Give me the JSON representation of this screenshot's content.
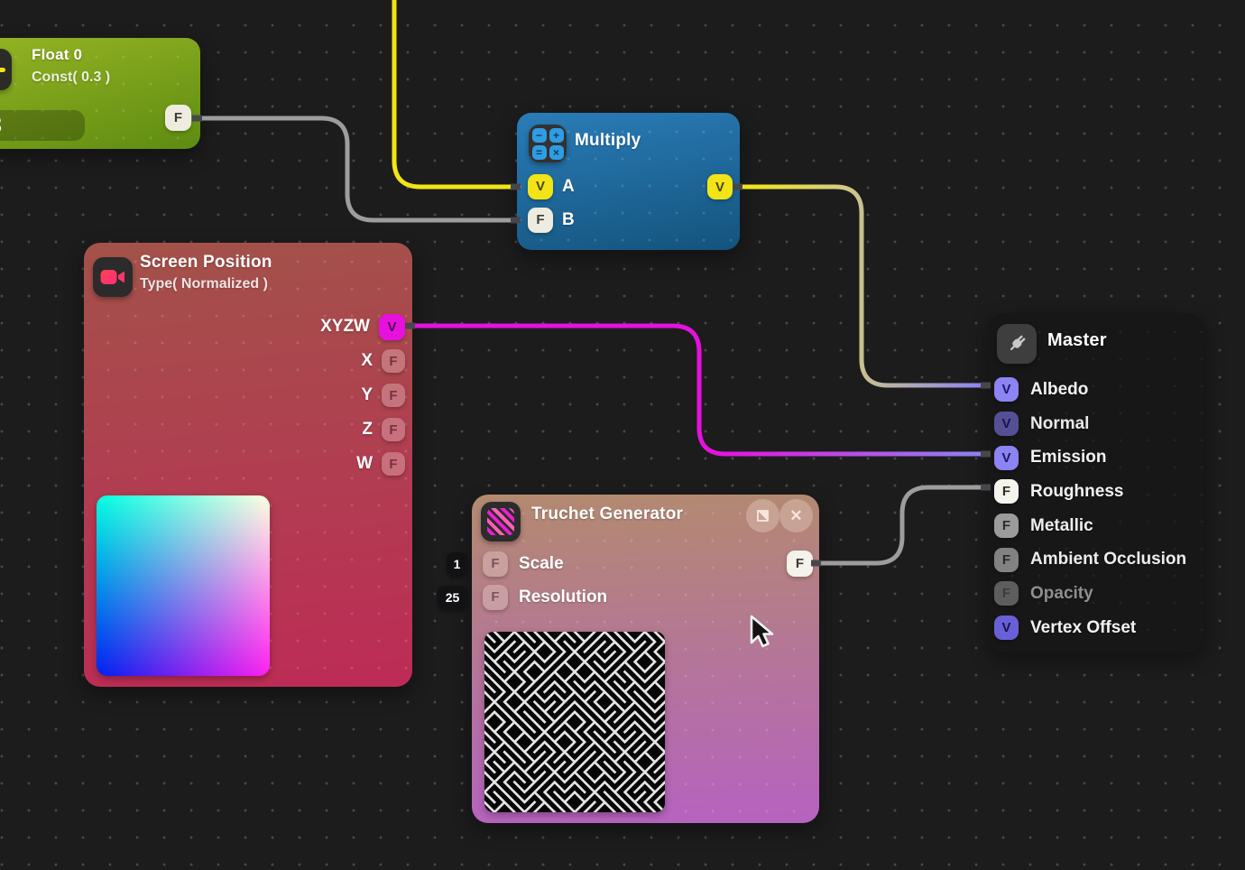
{
  "canvas": {
    "background": "#1c1c1d",
    "grid": "dot",
    "dot_color": "#47474a"
  },
  "accents": {
    "vector_yellow": "#f2e416",
    "float_cream": "#eeecdf",
    "vector_magenta": "#e611dd",
    "vector_periwinkle": "#8c84f2",
    "wire_gray": "#9d9d9d"
  },
  "nodes": {
    "float0": {
      "title": "Float 0",
      "subtitle": "Const( 0.3 )",
      "value": "0.3",
      "icon": "float-constant-icon",
      "output": {
        "type": "F"
      }
    },
    "multiply": {
      "title": "Multiply",
      "icon": "calculator-icon",
      "icon_glyphs": [
        "−",
        "+",
        "=",
        "×"
      ],
      "inputs": [
        {
          "label": "A",
          "type": "V",
          "style": "yellow"
        },
        {
          "label": "B",
          "type": "F",
          "style": "cream"
        }
      ],
      "output": {
        "type": "V",
        "style": "yellow"
      }
    },
    "screen_position": {
      "title": "Screen Position",
      "subtitle": "Type( Normalized )",
      "icon": "video-camera-icon",
      "outputs": [
        {
          "label": "XYZW",
          "type": "V",
          "style": "magenta"
        },
        {
          "label": "X",
          "type": "F",
          "style": "ghost"
        },
        {
          "label": "Y",
          "type": "F",
          "style": "ghost"
        },
        {
          "label": "Z",
          "type": "F",
          "style": "ghost"
        },
        {
          "label": "W",
          "type": "F",
          "style": "ghost"
        }
      ],
      "preview": "uv-gradient-cyan-white-blue-magenta"
    },
    "truchet": {
      "title": "Truchet Generator",
      "icon": "diagonal-stripes-icon",
      "buttons": [
        {
          "name": "preview-toggle",
          "icon": "preview-off-icon"
        },
        {
          "name": "close",
          "icon": "close-icon",
          "glyph": "✕"
        }
      ],
      "inputs": [
        {
          "label": "Scale",
          "type": "F",
          "value": "1"
        },
        {
          "label": "Resolution",
          "type": "F",
          "value": "25"
        }
      ],
      "output": {
        "type": "F"
      },
      "preview": "truchet-maze-pattern"
    },
    "master": {
      "title": "Master",
      "icon": "plug-icon",
      "inputs": [
        {
          "label": "Albedo",
          "type": "V",
          "port_bg": "#8c84f2",
          "glyph_color": "#201666",
          "label_color": "#f3f3f3"
        },
        {
          "label": "Normal",
          "type": "V",
          "port_bg": "#555096",
          "glyph_color": "#191346",
          "label_color": "#e9e9e9"
        },
        {
          "label": "Emission",
          "type": "V",
          "port_bg": "#8c84f2",
          "glyph_color": "#201666",
          "label_color": "#f3f3f3"
        },
        {
          "label": "Roughness",
          "type": "F",
          "port_bg": "#f4f3ec",
          "glyph_color": "#2b2b28",
          "label_color": "#f3f3f3"
        },
        {
          "label": "Metallic",
          "type": "F",
          "port_bg": "#9b9b9b",
          "glyph_color": "#2d2d2d",
          "label_color": "#ededed"
        },
        {
          "label": "Ambient Occlusion",
          "type": "F",
          "port_bg": "#828282",
          "glyph_color": "#282828",
          "label_color": "#ededed"
        },
        {
          "label": "Opacity",
          "type": "F",
          "port_bg": "#5d5d5d",
          "glyph_color": "#3c3c3c",
          "label_color": "#8f8f8f"
        },
        {
          "label": "Vertex Offset",
          "type": "V",
          "port_bg": "#695fd6",
          "glyph_color": "#1b1350",
          "label_color": "#f3f3f3"
        }
      ]
    }
  },
  "connections": [
    {
      "from": "offscreen-top",
      "to": "Multiply.A",
      "color": "#f2e416"
    },
    {
      "from": "Float 0.F",
      "to": "Multiply.B",
      "color": "#9d9d9d"
    },
    {
      "from": "Multiply.V",
      "to": "Master.Albedo",
      "color": "#f2e416 → #8c84f2"
    },
    {
      "from": "Screen Position.XYZW",
      "to": "Master.Emission",
      "color": "#e611dd → #8c84f2"
    },
    {
      "from": "Truchet Generator.F",
      "to": "Master.Roughness",
      "color": "#9d9d9d"
    }
  ]
}
